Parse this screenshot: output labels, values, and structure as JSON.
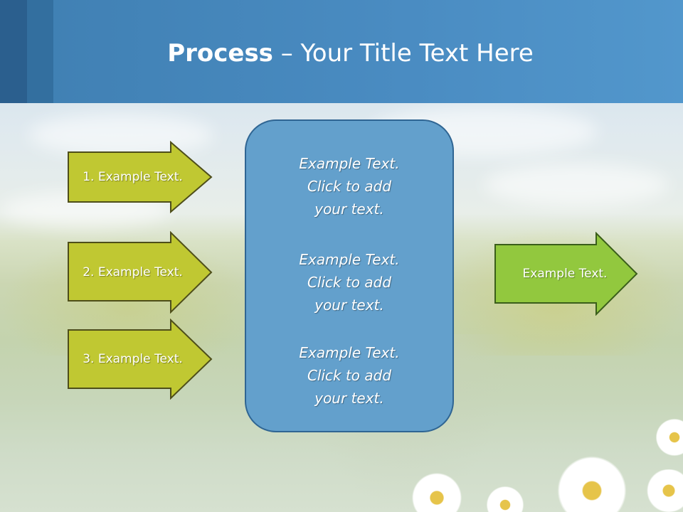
{
  "slide": {
    "title_bold": "Process",
    "title_rest": " – Your Title Text Here"
  },
  "inputs": [
    {
      "label": "1. Example Text."
    },
    {
      "label": "2. Example Text."
    },
    {
      "label": "3. Example Text."
    }
  ],
  "center": {
    "paragraphs": [
      {
        "line1": "Example Text.",
        "line2": "Click  to add",
        "line3": "your text."
      },
      {
        "line1": "Example Text.",
        "line2": "Click  to add",
        "line3": "your text."
      },
      {
        "line1": "Example Text.",
        "line2": "Click  to add",
        "line3": "your text."
      }
    ]
  },
  "output": {
    "label": "Example Text."
  },
  "colors": {
    "header": "#4a8cc2",
    "input_arrow_fill": "#c0c832",
    "input_arrow_stroke": "#4e4e1a",
    "output_arrow_fill": "#92c83e",
    "output_arrow_stroke": "#3a5e1a",
    "center_fill": "#63a0cc",
    "center_stroke": "#2f6593"
  }
}
